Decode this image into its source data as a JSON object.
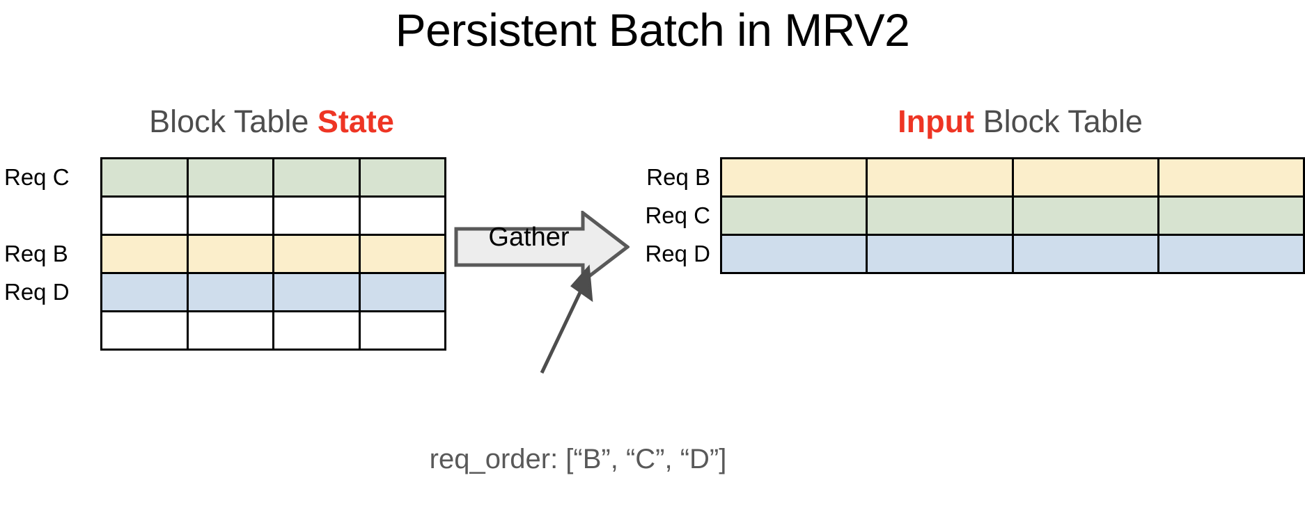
{
  "slide": {
    "title": "Persistent Batch in MRV2",
    "background": "#ffffff"
  },
  "colors": {
    "accent_red": "#ee3524",
    "heading_gray": "#4d4d4d",
    "caption_gray": "#595959",
    "cell_green": "#d7e3d0",
    "cell_yellow": "#fbeecb",
    "cell_blue": "#cfddec",
    "cell_empty": "#ffffff",
    "grid_border": "#000000",
    "arrow_fill": "#ededed",
    "arrow_stroke": "#595959"
  },
  "left_panel": {
    "heading_prefix": "Block Table ",
    "heading_accent": "State",
    "columns": 4,
    "rows": [
      {
        "label": "Req C",
        "fill": "green"
      },
      {
        "label": "",
        "fill": "empty"
      },
      {
        "label": "Req B",
        "fill": "yellow"
      },
      {
        "label": "Req D",
        "fill": "blue"
      },
      {
        "label": "",
        "fill": "empty"
      }
    ]
  },
  "right_panel": {
    "heading_accent": "Input",
    "heading_suffix": " Block Table",
    "columns": 4,
    "rows": [
      {
        "label": "Req B",
        "fill": "yellow"
      },
      {
        "label": "Req C",
        "fill": "green"
      },
      {
        "label": "Req D",
        "fill": "blue"
      }
    ]
  },
  "operation": {
    "label": "Gather",
    "icon": "block-arrow-right-icon"
  },
  "caption": {
    "text": "req_order: [“B”, “C”, “D”]",
    "connector_icon": "arrow-up-right-icon"
  }
}
